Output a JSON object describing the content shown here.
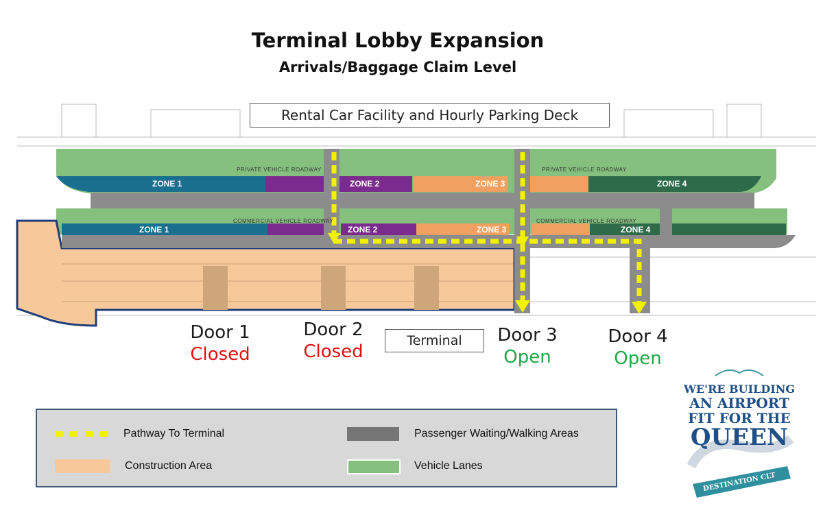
{
  "title": "Terminal Lobby Expansion",
  "subtitle": "Arrivals/Baggage Claim Level",
  "top_label": "Rental Car Facility and Hourly Parking Deck",
  "terminal_label": "Terminal",
  "roadway_private": "PRIVATE VEHICLE ROADWAY",
  "roadway_commercial": "COMMERCIAL VEHICLE ROADWAY",
  "zones_upper": [
    "ZONE 1",
    "ZONE 2",
    "ZONE 3",
    "ZONE 4"
  ],
  "zones_lower": [
    "ZONE 1",
    "ZONE 2",
    "ZONE 3",
    "ZONE 4"
  ],
  "doors": [
    {
      "name": "Door 1",
      "status": "Closed"
    },
    {
      "name": "Door 2",
      "status": "Closed"
    },
    {
      "name": "Door 3",
      "status": "Open"
    },
    {
      "name": "Door 4",
      "status": "Open"
    }
  ],
  "legend": {
    "pathway": "Pathway To Terminal",
    "construction": "Construction Area",
    "waiting": "Passenger Waiting/Walking Areas",
    "vehicle": "Vehicle Lanes"
  },
  "logo": {
    "line1": "WE'RE BUILDING",
    "line2": "AN AIRPORT",
    "line3": "FIT FOR THE",
    "line4": "QUEEN",
    "banner": "DESTINATION CLT"
  },
  "colors": {
    "vehicle_lane": "#86c07e",
    "waiting_area": "#8c8c8c",
    "construction": "#f7c99a",
    "pathway": "#f2f200",
    "closed": "#e01010",
    "open": "#1fa646",
    "zone1": "#1a6e8e",
    "zone2": "#7b2a8e",
    "zone3": "#f0a060",
    "zone4": "#2e6b4a"
  }
}
